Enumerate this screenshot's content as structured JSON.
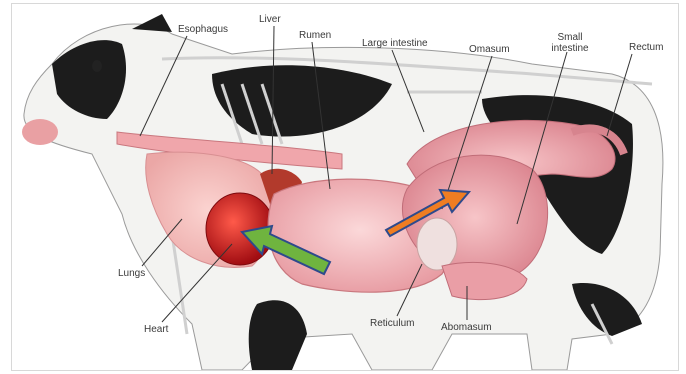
{
  "diagram": {
    "labels": {
      "esophagus": "Esophagus",
      "liver": "Liver",
      "rumen": "Rumen",
      "large_intestine": "Large intestine",
      "omasum": "Omasum",
      "small_intestine": "Small intestine",
      "rectum": "Rectum",
      "lungs": "Lungs",
      "heart": "Heart",
      "reticulum": "Reticulum",
      "abomasum": "Abomasum"
    },
    "colors": {
      "cow_white": "#f3f3f1",
      "cow_black": "#1c1c1c",
      "skeleton": "#e6e6e6",
      "stomach_pink": "#f2b4b8",
      "intestine_pink": "#e89aa2",
      "heart_red": "#c8161d",
      "green_arrow": "#6fb43f",
      "orange_arrow": "#ef7d22",
      "arrow_outline": "#2e4a8c"
    }
  }
}
